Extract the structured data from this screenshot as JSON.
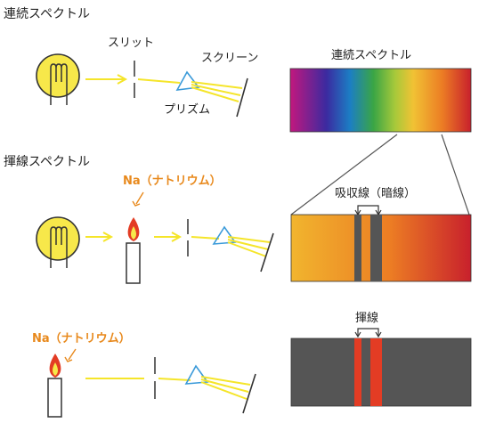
{
  "sections": {
    "continuous_title": "連続スペクトル",
    "emission_title": "揮線スペクトル"
  },
  "labels": {
    "slit": "スリット",
    "screen": "スクリーン",
    "prism": "プリズム",
    "continuous_spectrum": "連続スペクトル",
    "na_sodium_1": "Na（ナトリウム）",
    "na_sodium_2": "Na（ナトリウム）",
    "absorption_lines": "吸収線（暗線）",
    "emission_lines": "揮線"
  },
  "colors": {
    "bulb_fill": "#f7e84a",
    "light_ray": "#f5e52a",
    "na_label": "#e8891c",
    "prism_stroke": "#3a9ad9",
    "dark_band": "#555555",
    "emission_line": "#e33c24",
    "spectrum_stops": [
      "#c2187e",
      "#3b2aa0",
      "#1c7ec4",
      "#3aa545",
      "#a7c93a",
      "#f1c234",
      "#ec7d24",
      "#c8202c"
    ]
  },
  "icons": [
    "light-bulb-icon",
    "candle-flame-icon",
    "prism-icon",
    "slit-icon",
    "screen-icon",
    "arrow-icon"
  ]
}
